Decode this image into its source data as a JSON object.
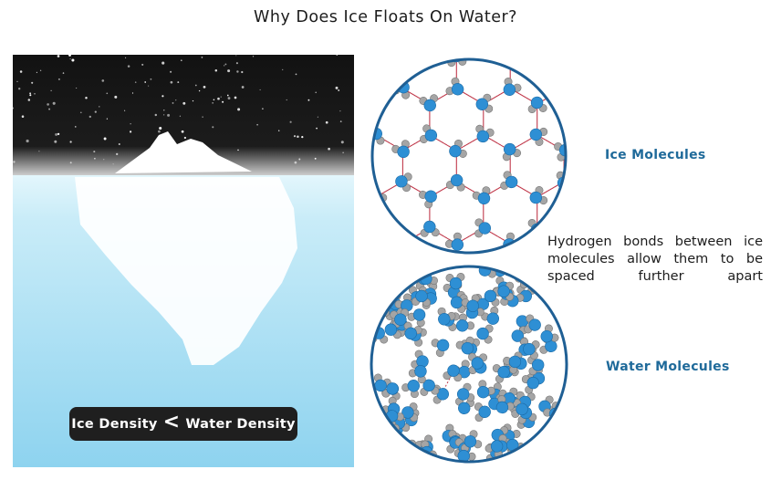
{
  "title": "Why Does Ice Floats On Water?",
  "iceberg": {
    "comparison": {
      "left": "Ice Density",
      "symbol": "<",
      "right": "Water Density"
    }
  },
  "ice_panel": {
    "label": "Ice Molecules"
  },
  "water_panel": {
    "label": "Water Molecules"
  },
  "note_lines": [
    "Hydrogen bonds between ice",
    "molecules allow them to be",
    "spaced further apart"
  ],
  "colors": {
    "sky": "#111111",
    "water_top": "#d9f2fb",
    "water_bottom": "#8fd3ee",
    "iceberg": "#ffffff",
    "circle_border": "#1f5f94",
    "oxygen": "#2e8fd4",
    "hydrogen": "#9a9a9a",
    "bond": "#c0394b",
    "label": "#1f6a9a"
  }
}
